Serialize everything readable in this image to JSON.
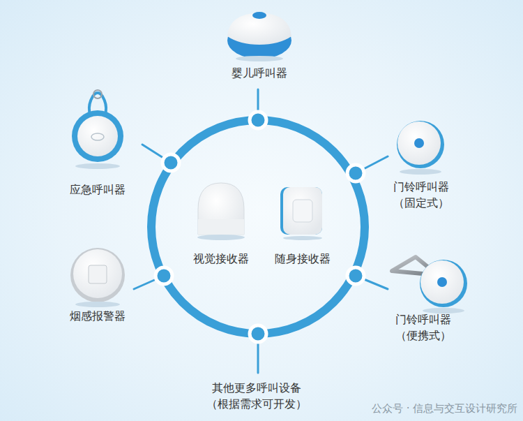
{
  "diagram": {
    "nodes": [
      {
        "text": [
          "婴儿呼叫器"
        ]
      },
      {
        "text": [
          "应急呼叫器"
        ]
      },
      {
        "text": [
          "门铃呼叫器 （固定式）"
        ]
      },
      {
        "text": [
          "视觉接收器"
        ]
      },
      {
        "text": [
          "随身接收器"
        ]
      },
      {
        "text": [
          "烟感报警器"
        ]
      },
      {
        "text": [
          "门铃呼叫器 （便携式）"
        ]
      },
      {
        "text": [
          "其他更多呼叫设备 （根据需求可开发）"
        ]
      }
    ],
    "labels": [
      "公众号 · 信息与交互设计研究所"
    ]
  }
}
